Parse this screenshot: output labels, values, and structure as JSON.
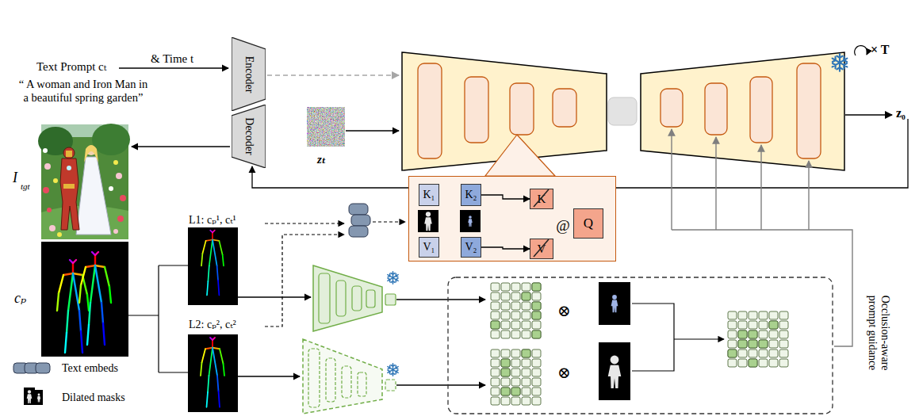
{
  "diagram": {
    "nodes": [
      {
        "text": [
          "Encoder"
        ]
      },
      {
        "text": [
          "Decoder"
        ]
      },
      {
        "text": [
          "@"
        ]
      },
      {
        "text": [
          "K₁"
        ],
        "in": 2
      },
      {
        "text": [
          "V₁"
        ],
        "in": 2
      },
      {
        "text": [
          "K₂"
        ],
        "in": 2
      },
      {
        "text": [
          "V₂"
        ],
        "in": 2
      },
      {
        "text": [
          "K"
        ],
        "in": 2
      },
      {
        "text": [
          "V"
        ],
        "in": 2
      },
      {
        "text": [
          "Q"
        ],
        "in": 2
      }
    ],
    "edges": [
      {
        "from": 5,
        "to": 7,
        "arrow": "to"
      },
      {
        "from": 6,
        "to": 8,
        "arrow": "to"
      }
    ],
    "labels": [
      "Text Prompt cₜ",
      "& Time t",
      "“ A woman and Iron Man in a beautiful spring garden”",
      "zₜ",
      "× T",
      "z₀",
      "I",
      "tgt",
      "cₚ",
      "L1: cₚ¹, cₜ¹",
      "L2: cₚ², cₜ²",
      "⊗",
      "⊗",
      "Occlusion-aware prompt guidance"
    ],
    "legend": [
      {
        "text": "Text embeds"
      },
      {
        "text": "Dilated masks"
      }
    ]
  }
}
